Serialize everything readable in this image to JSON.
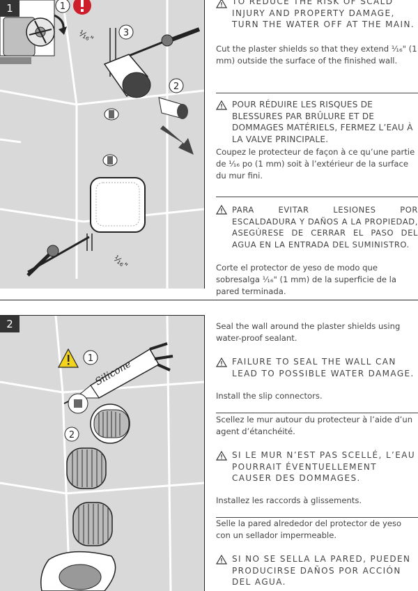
{
  "step1": {
    "number": "1",
    "en_warning": "TO REDUCE THE RISK OF SCALD INJURY AND PROPERTY DAMAGE, TURN THE WATER OFF AT THE MAIN.",
    "en_text": "Cut the plaster shields so that they extend ¹⁄₁₆\" (1 mm) outside the surface of the finished wall.",
    "fr_warning": "POUR RÉDUIRE LES RISQUES DE BLESSURES PAR BRÛLURE ET DE DOMMAGES MATÉRIELS, FERMEZ L’EAU À LA VALVE PRINCIPALE.",
    "fr_text": "Coupez le protecteur de façon à ce qu’une partie de ¹⁄₁₆ po (1 mm) soit à l’extérieur de la surface du mur fini.",
    "es_warning": "PARA EVITAR LESIONES POR ESCALDADURA Y DAÑOS A LA PROPIEDAD, ASEGÚRESE DE CERRAR EL PASO DEL AGUA EN LA ENTRADA DEL SUMINISTRO.",
    "es_text": "Corte el protector de yeso de modo que sobresalga ¹⁄₁₆\" (1 mm) de la superficie de la pared terminada.",
    "callouts": [
      "1",
      "2",
      "3"
    ],
    "dimension_label": "¹⁄₁₆\""
  },
  "step2": {
    "number": "2",
    "en_text1": "Seal the wall around the plaster shields using water-proof sealant.",
    "en_warning": "FAILURE TO SEAL THE WALL CAN LEAD TO POSSIBLE WATER DAMAGE.",
    "en_text2": "Install the slip connectors.",
    "fr_text1": "Scellez le mur autour du protecteur à l’aide d’un agent d’étanchéité.",
    "fr_warning": "SI LE MUR N’EST PAS SCELLÉ, L’EAU POURRAIT ÉVENTUELLEMENT CAUSER DES DOMMAGES.",
    "fr_text2": "Installez les raccords à glissements.",
    "es_text1": "Selle la pared alrededor del protector de yeso con un sellador impermeable.",
    "es_warning": "SI NO SE SELLA LA PARED, PUEDEN PRODUCIRSE DAÑOS POR ACCIÓN DEL AGUA.",
    "callouts": [
      "1",
      "2"
    ],
    "tube_label": "Silicone"
  },
  "colors": {
    "warning_red": "#cc1f2b",
    "warning_yellow": "#f3d41c",
    "tile": "#d9d9d9",
    "grout": "#ffffff"
  }
}
